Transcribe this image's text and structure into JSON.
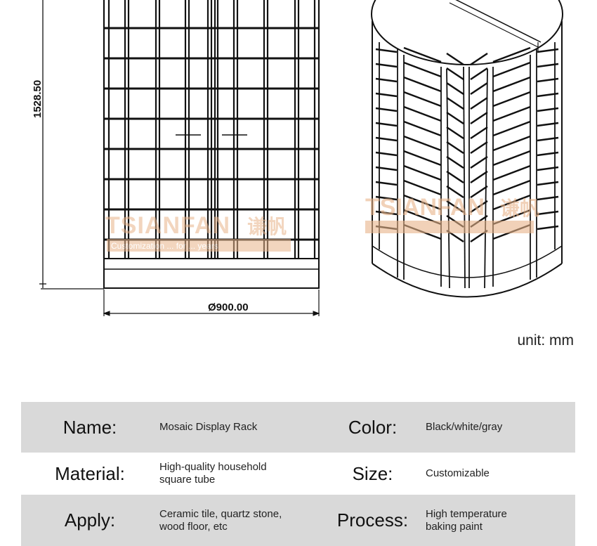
{
  "drawing": {
    "height_dimension": "1528.50",
    "diameter_dimension": "Ø900.00",
    "watermark_brand": "TSIANFAN",
    "watermark_chinese": "谦帆",
    "watermark_tagline": "Customization ... for ... years"
  },
  "unit_label": "unit: mm",
  "specs": [
    {
      "label": "Name:",
      "value": "Mosaic Display Rack",
      "label2": "Color:",
      "value2": "Black/white/gray"
    },
    {
      "label": "Material:",
      "value": "High-quality household square tube",
      "label2": "Size:",
      "value2": "Customizable"
    },
    {
      "label": "Apply:",
      "value": "Ceramic tile, quartz stone, wood floor, etc",
      "label2": "Process:",
      "value2": "High temperature baking paint"
    }
  ]
}
